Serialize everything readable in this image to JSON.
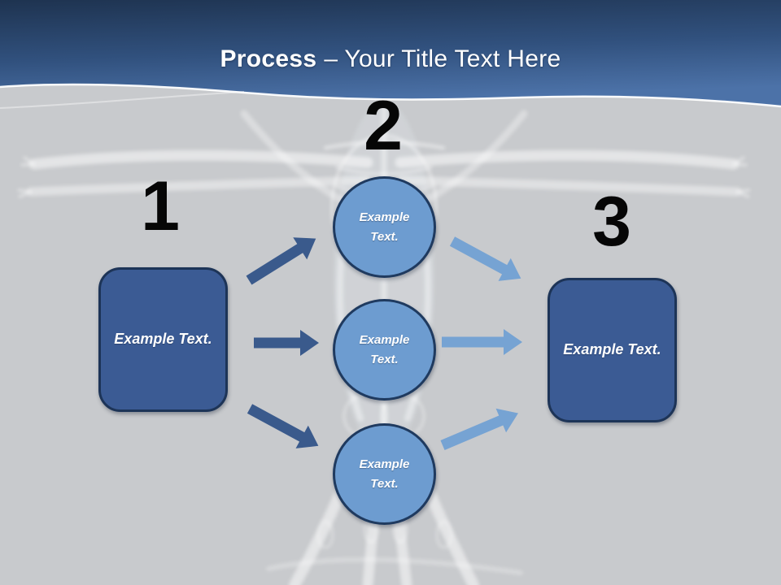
{
  "slide_title": {
    "lead": "Process",
    "rest": "– Your Title Text Here"
  },
  "diagram": {
    "step_numbers": [
      "1",
      "2",
      "3"
    ],
    "left_box": {
      "label": "Example Text."
    },
    "circles": [
      {
        "label": "Example Text."
      },
      {
        "label": "Example Text."
      },
      {
        "label": "Example Text."
      }
    ],
    "right_box": {
      "label": "Example Text."
    }
  },
  "colors": {
    "header_top": "#1e3350",
    "header_mid": "#31517e",
    "header_bottom": "#4c72a8",
    "background": "#c8cacd",
    "box_fill": "#3b5b94",
    "box_border": "#1d3457",
    "circle_fill": "#6d9cd0",
    "circle_border": "#1f3a5f",
    "arrow_dark": "#3a5a8c",
    "arrow_light": "#76a3d3",
    "number_color": "#060606",
    "title_color": "#ffffff"
  }
}
